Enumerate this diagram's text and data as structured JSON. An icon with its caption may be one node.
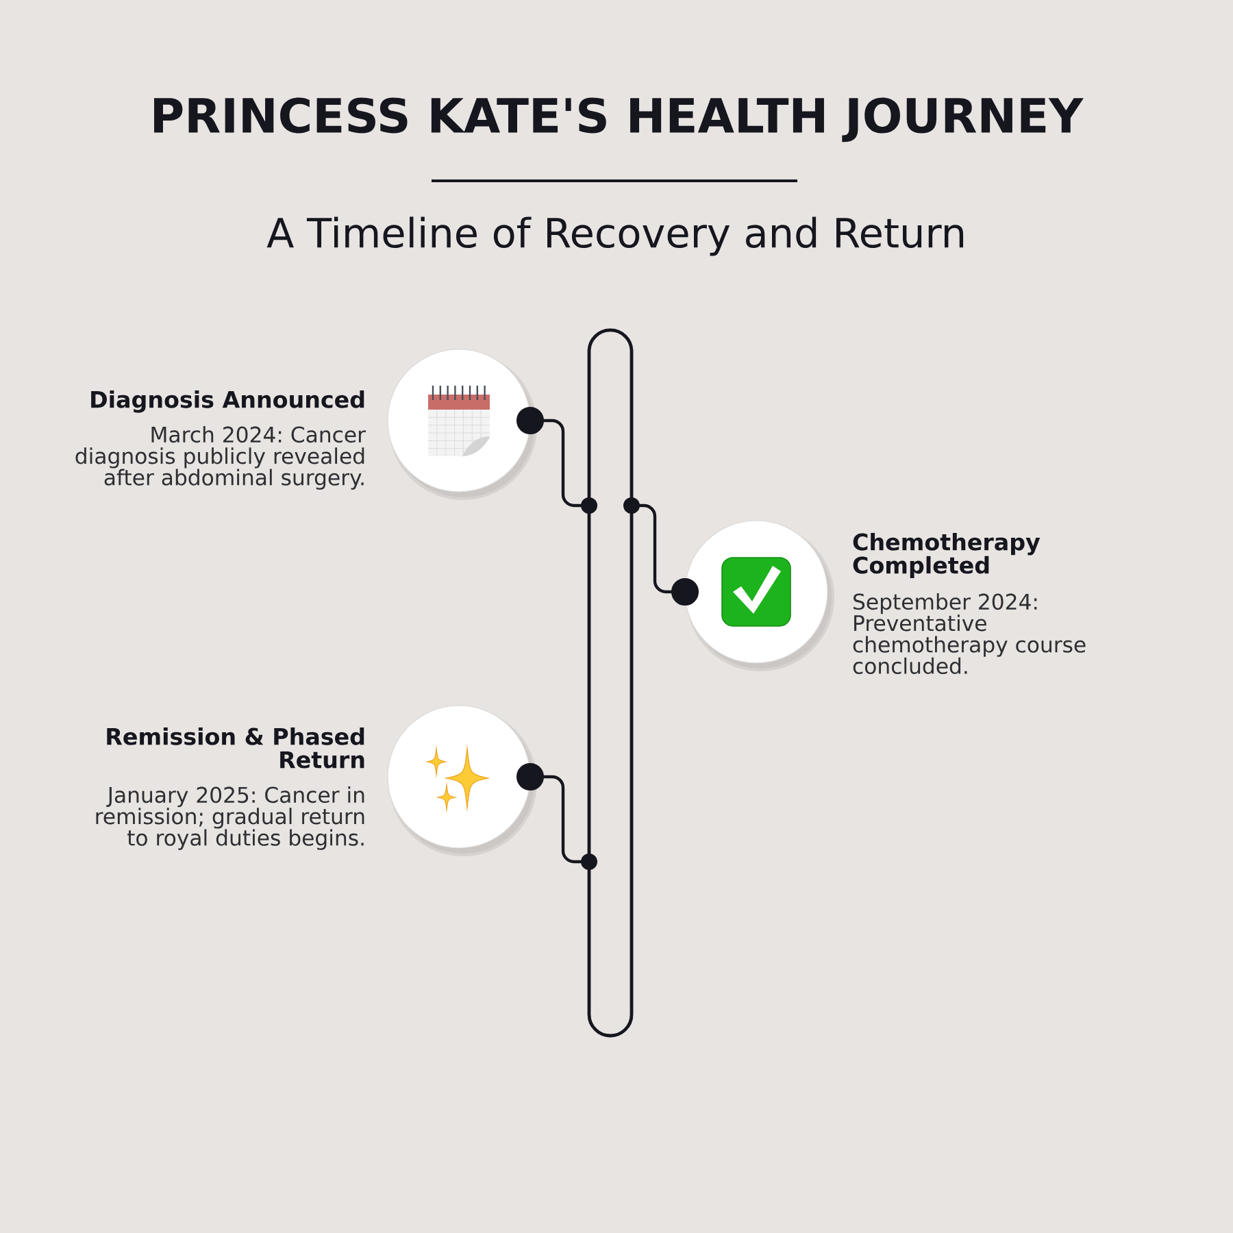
{
  "diagram": {
    "title": "PRINCESS KATE'S HEALTH JOURNEY",
    "nodes": [
      {
        "text": [],
        "shape": "box"
      },
      {
        "text": [
          "Diagnosis Announced",
          "March 2024: Cancer diagnosis publicly revealed after abdominal surgery."
        ]
      },
      {
        "text": [
          "Chemotherapy Completed",
          "September 2024: Preventative chemotherapy course concluded."
        ]
      },
      {
        "text": [
          "Remission & Phased Return",
          "January 2025: Cancer in remission; gradual return to royal duties begins."
        ]
      }
    ],
    "edges": [
      {
        "from": 1,
        "to": 0,
        "arrow": "other"
      },
      {
        "from": 2,
        "to": 0,
        "arrow": "other"
      },
      {
        "from": 3,
        "to": 0,
        "arrow": "other"
      }
    ],
    "labels": [
      "A Timeline of Recovery and Return"
    ]
  }
}
